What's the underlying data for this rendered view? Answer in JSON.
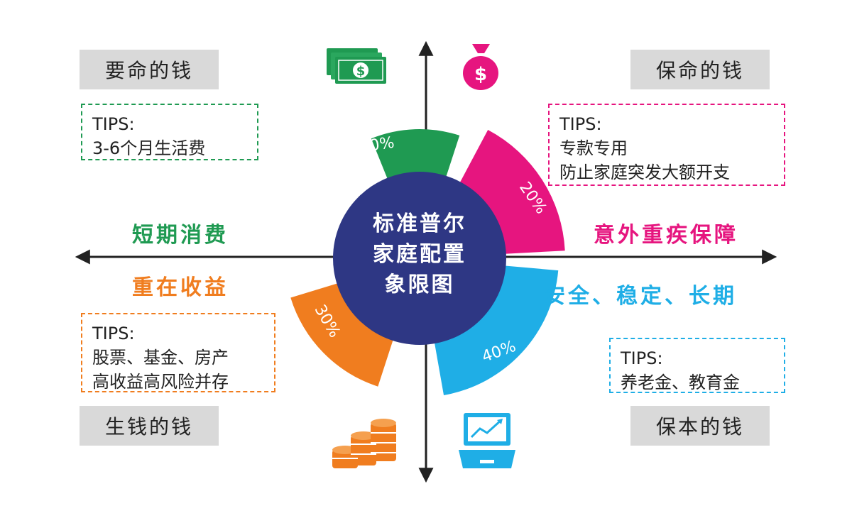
{
  "center": {
    "lines": [
      "标准普尔",
      "家庭配置",
      "象限图"
    ]
  },
  "quadrants": {
    "top_left": {
      "title": "要命的钱",
      "tips": [
        "TIPS:",
        "3-6个月生活费"
      ],
      "percent": "10%",
      "color": "#1f9a52",
      "icon": "cash-icon"
    },
    "top_right": {
      "title": "保命的钱",
      "tips": [
        "TIPS:",
        "专款专用",
        "防止家庭突发大额开支"
      ],
      "percent": "20%",
      "color": "#e6157f",
      "icon": "money-bag-icon"
    },
    "bottom_left": {
      "title": "生钱的钱",
      "tips": [
        "TIPS:",
        "股票、基金、房产",
        "高收益高风险并存"
      ],
      "percent": "30%",
      "color": "#f07d1f",
      "icon": "coins-icon"
    },
    "bottom_right": {
      "title": "保本的钱",
      "tips": [
        "TIPS:",
        "养老金、教育金"
      ],
      "percent": "40%",
      "color": "#1faee6",
      "icon": "laptop-chart-icon"
    }
  },
  "side_labels": {
    "short_term": {
      "text": "短期消费",
      "color": "#1f9a52"
    },
    "insurance": {
      "text": "意外重疾保障",
      "color": "#e6157f"
    },
    "returns": {
      "text": "重在收益",
      "color": "#f07d1f"
    },
    "stable": {
      "text": "安全、稳定、长期",
      "color": "#1faee6"
    }
  },
  "colors": {
    "center": "#2e3784",
    "axis": "#222222",
    "label_bg": "#d9d9d9"
  }
}
